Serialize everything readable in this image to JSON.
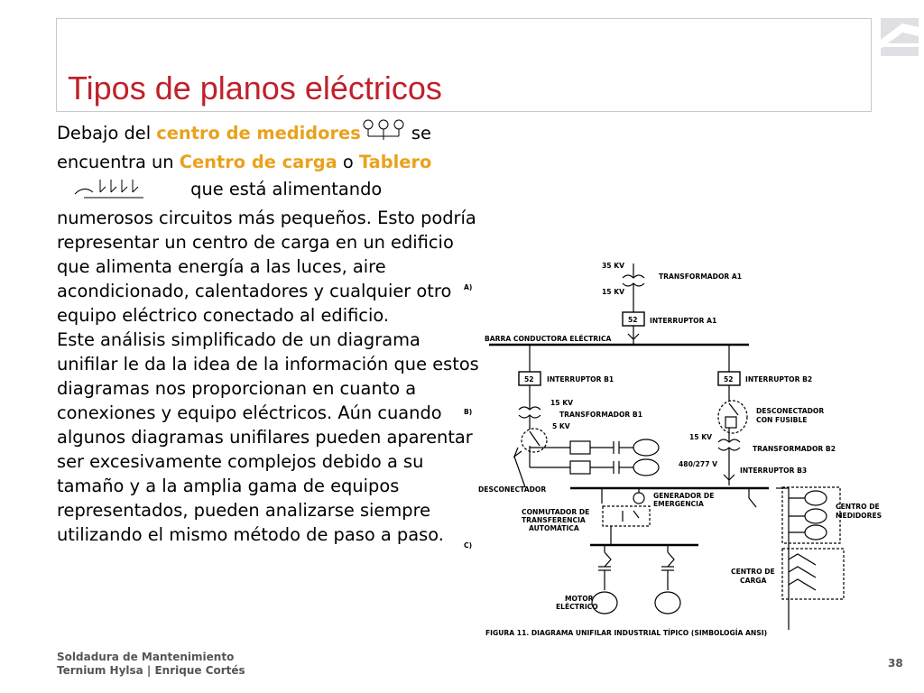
{
  "slide": {
    "title": "Tipos de planos eléctricos",
    "accent_color": "#c0202a",
    "highlight_color": "#e9a21c",
    "page_number": "38"
  },
  "body": {
    "s1": "Debajo del ",
    "h1": "centro de medidores",
    "s2": " se encuentra un ",
    "h2": "Centro de carga",
    "s3": " o ",
    "h3": "Tablero",
    "s4": " que está alimentando numerosos circuitos más pequeños. Esto podría representar un centro de carga en un edificio que alimenta energía a las luces, aire acondicionado, calentadores y cualquier otro equipo eléctrico conectado al edificio.",
    "p2": "Este análisis simplificado de un diagrama unifilar le da la idea de la información que estos diagramas nos proporcionan en cuanto a conexiones y equipo eléctricos. Aún cuando algunos diagramas unifilares pueden aparentar ser excesivamente complejos debido a su tamaño y a la amplia gama de equipos representados, pueden analizarse siempre utilizando el mismo método de paso a paso."
  },
  "diagram": {
    "section_a": "A)",
    "section_b": "B)",
    "section_c": "C)",
    "kv35": "35 KV",
    "kv15_a": "15 KV",
    "transformador_a1": "TRANSFORMADOR A1",
    "code_52_a1": "52",
    "interruptor_a1": "INTERRUPTOR A1",
    "barra": "BARRA CONDUCTORA ELÉCTRICA",
    "code_52_b1": "52",
    "interruptor_b1": "INTERRUPTOR B1",
    "code_52_b2": "52",
    "interruptor_b2": "INTERRUPTOR B2",
    "kv15_b": "15 KV",
    "transformador_b1": "TRANSFORMADOR B1",
    "kv5": "5 KV",
    "desconectador_fusible_1": "DESCONECTADOR",
    "desconectador_fusible_2": "CON FUSIBLE",
    "kv15_c": "15 KV",
    "transformador_b2": "TRANSFORMADOR B2",
    "v480": "480/277 V",
    "interruptor_b3": "INTERRUPTOR B3",
    "desconectador": "DESCONECTADOR",
    "generador_1": "GENERADOR DE",
    "generador_2": "EMERGENCIA",
    "conmutador_1": "CONMUTADOR DE",
    "conmutador_2": "TRANSFERENCIA",
    "conmutador_3": "AUTOMÁTICA",
    "centro_medidores_1": "CENTRO DE",
    "centro_medidores_2": "MEDIDORES",
    "centro_carga_1": "CENTRO DE",
    "centro_carga_2": "CARGA",
    "motor_1": "MOTOR",
    "motor_2": "ELÉCTRICO",
    "caption": "FIGURA 11. DIAGRAMA UNIFILAR INDUSTRIAL TÍPICO (SIMBOLOGÍA ANSI)"
  },
  "footer": {
    "line1": "Soldadura de Mantenimiento",
    "line2": "Ternium Hylsa | Enrique Cortés"
  }
}
